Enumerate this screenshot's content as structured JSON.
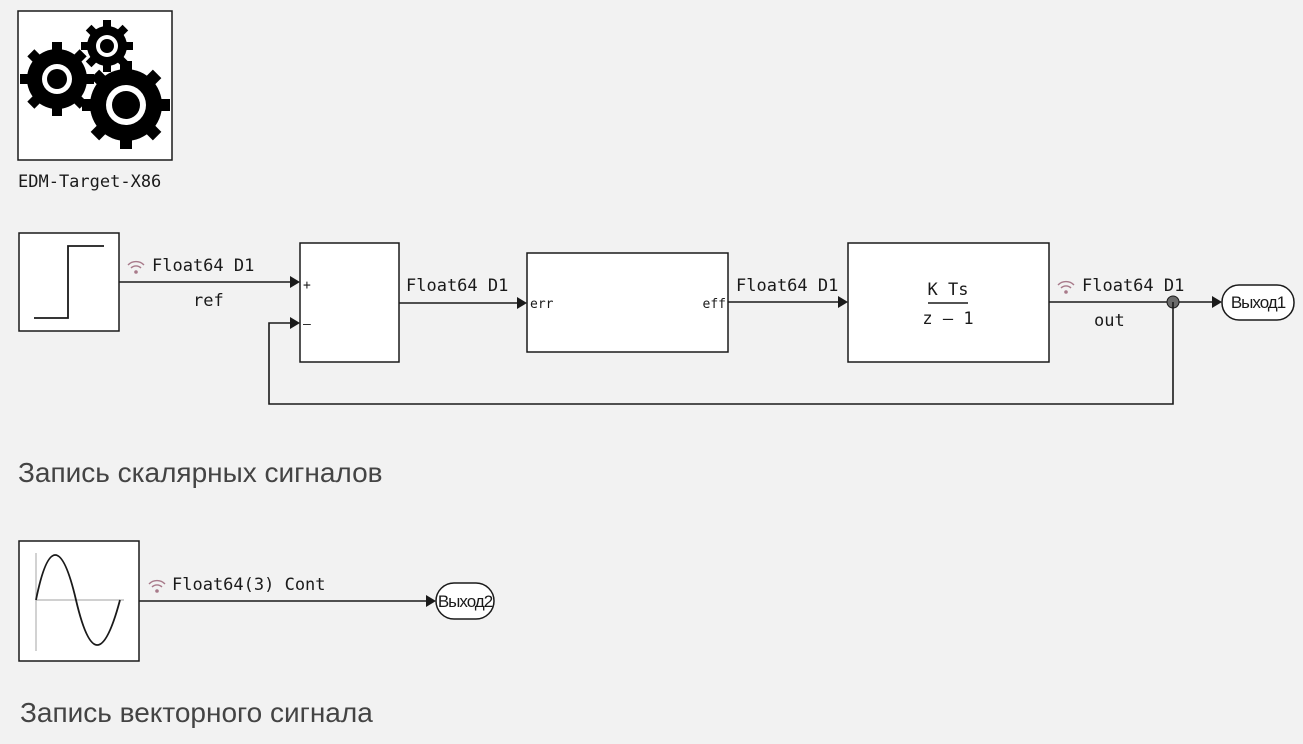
{
  "target": {
    "label": "EDM-Target-X86"
  },
  "scalar_section": {
    "caption": "Запись скалярных сигналов",
    "step_signal": {
      "type": "Float64 D1",
      "name": "ref"
    },
    "sum_block": {
      "plus": "+",
      "minus": "–"
    },
    "sum_output": {
      "type": "Float64 D1"
    },
    "controller_block": {
      "in_port": "err",
      "out_port": "eff"
    },
    "controller_output": {
      "type": "Float64 D1"
    },
    "integrator_block": {
      "numerator": "K Ts",
      "denominator": "z – 1"
    },
    "output_signal": {
      "type": "Float64 D1",
      "name": "out"
    },
    "out_terminal": {
      "label": "Выход1"
    }
  },
  "vector_section": {
    "caption": "Запись векторного сигнала",
    "sine_signal": {
      "type": "Float64(3) Cont"
    },
    "out_terminal": {
      "label": "Выход2"
    }
  },
  "colors": {
    "logged_signal_icon": "#a87a8a",
    "background": "#f2f2f2"
  }
}
